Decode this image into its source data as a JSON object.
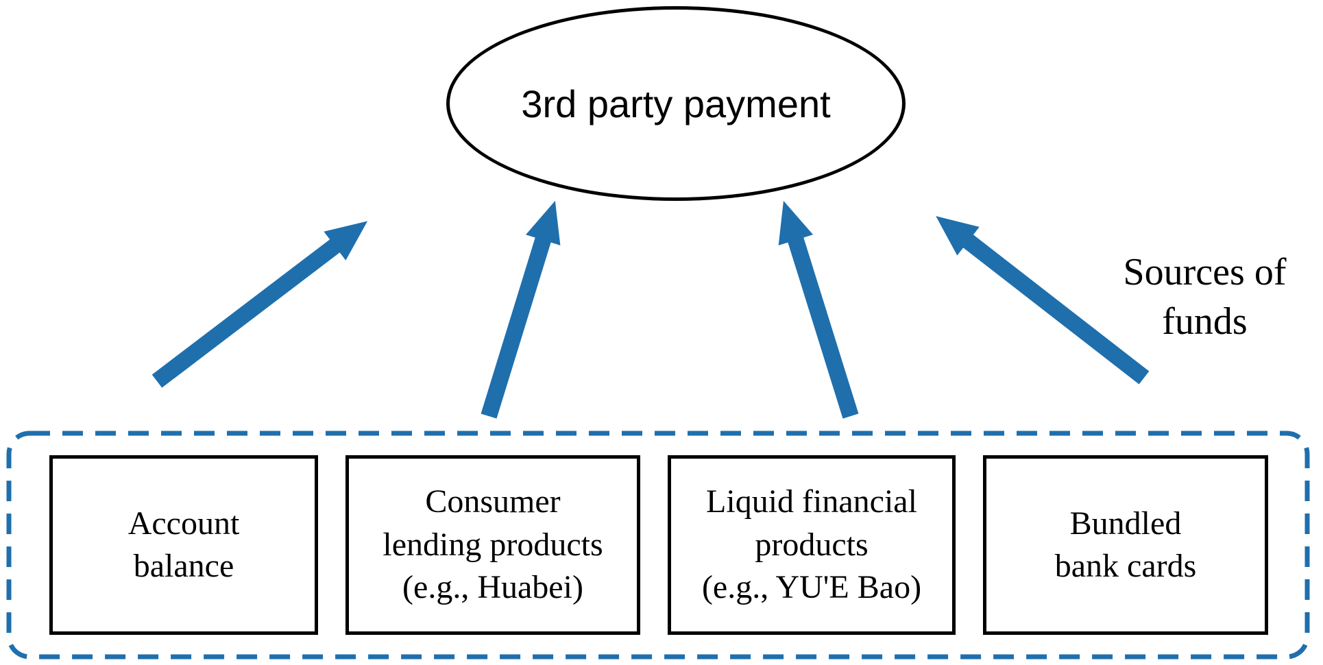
{
  "diagram": {
    "title": "3rd party payment",
    "side_label": "Sources of funds",
    "side_label_lines": [
      "Sources of",
      "funds"
    ],
    "sources": [
      {
        "label": "Account balance",
        "label_lines": [
          "Account",
          "balance"
        ]
      },
      {
        "label": "Consumer lending products (e.g., Huabei)",
        "label_lines": [
          "Consumer",
          "lending products",
          "(e.g., Huabei)"
        ]
      },
      {
        "label": "Liquid financial products (e.g., YU'E Bao)",
        "label_lines": [
          "Liquid financial",
          "products",
          "(e.g., YU'E Bao)"
        ]
      },
      {
        "label": "Bundled bank cards",
        "label_lines": [
          "Bundled",
          "bank cards"
        ]
      }
    ]
  },
  "colors": {
    "arrow": "#1f6fad",
    "container_border": "#1f6fad",
    "box_border": "#000000",
    "text": "#000000",
    "background": "#ffffff"
  }
}
